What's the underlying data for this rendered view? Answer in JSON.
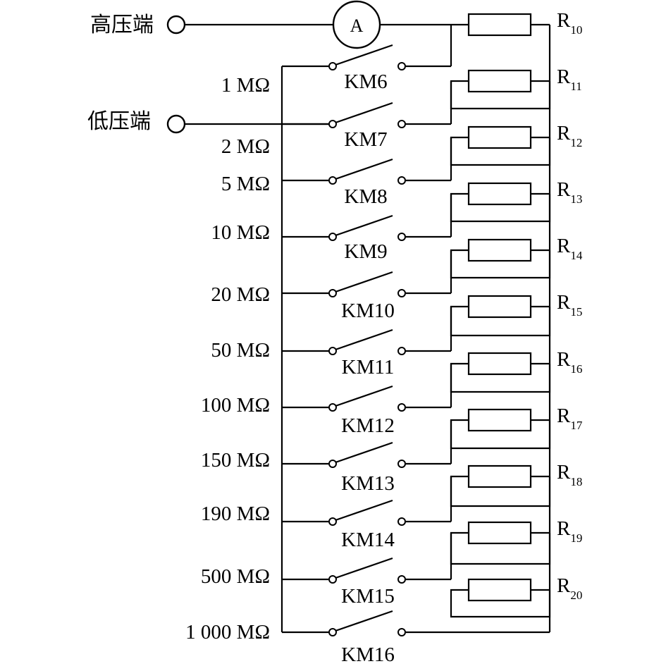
{
  "terminals": {
    "high": "高压端",
    "low": "低压端"
  },
  "meter": {
    "label": "A"
  },
  "ranges": [
    "1 MΩ",
    "2 MΩ",
    "5 MΩ",
    "10 MΩ",
    "20 MΩ",
    "50 MΩ",
    "100 MΩ",
    "150 MΩ",
    "190 MΩ",
    "500 MΩ",
    "1 000 MΩ"
  ],
  "switches": [
    "KM6",
    "KM7",
    "KM8",
    "KM9",
    "KM10",
    "KM11",
    "KM12",
    "KM13",
    "KM14",
    "KM15",
    "KM16"
  ],
  "resistors": [
    {
      "letter": "R",
      "sub": "10"
    },
    {
      "letter": "R",
      "sub": "11"
    },
    {
      "letter": "R",
      "sub": "12"
    },
    {
      "letter": "R",
      "sub": "13"
    },
    {
      "letter": "R",
      "sub": "14"
    },
    {
      "letter": "R",
      "sub": "15"
    },
    {
      "letter": "R",
      "sub": "16"
    },
    {
      "letter": "R",
      "sub": "17"
    },
    {
      "letter": "R",
      "sub": "18"
    },
    {
      "letter": "R",
      "sub": "19"
    },
    {
      "letter": "R",
      "sub": "20"
    }
  ]
}
